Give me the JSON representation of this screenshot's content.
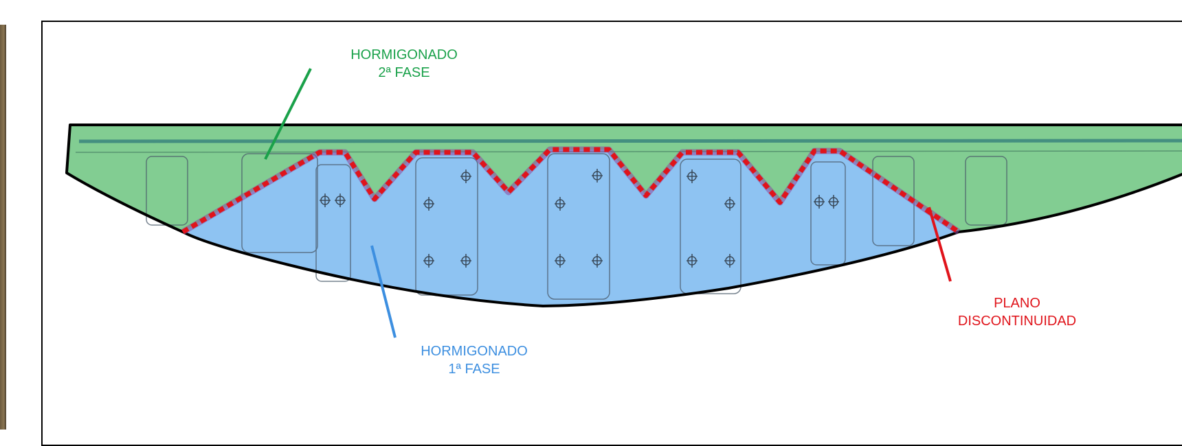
{
  "labels": {
    "second_phase": {
      "line1": "HORMIGONADO",
      "line2": "2ª FASE"
    },
    "first_phase": {
      "line1": "HORMIGONADO",
      "line2": "1ª FASE"
    },
    "discontinuity": {
      "line1": "PLANO",
      "line2": "DISCONTINUIDAD"
    }
  },
  "colors": {
    "second_phase": "#1aa14a",
    "first_phase": "#3d8fe0",
    "discontinuity": "#e0141b",
    "green_fill": "#6cc47f",
    "blue_fill": "#8ec3f2"
  }
}
